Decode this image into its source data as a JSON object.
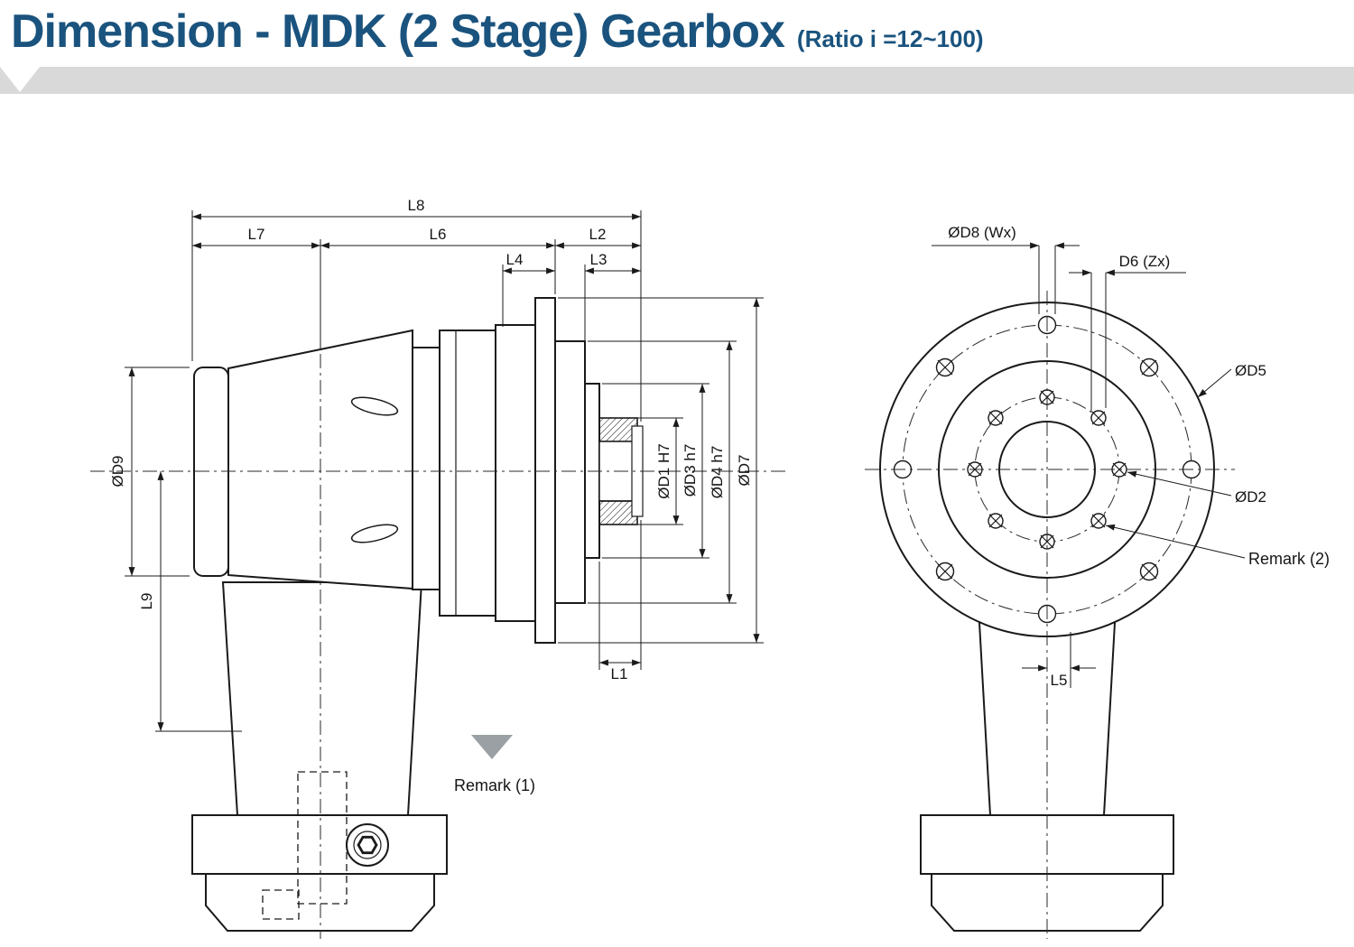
{
  "header": {
    "title": "Dimension - MDK (2 Stage) Gearbox",
    "ratio": "(Ratio i =12~100)"
  },
  "side": {
    "l8": "L8",
    "l7": "L7",
    "l6": "L6",
    "l2": "L2",
    "l4": "L4",
    "l3": "L3",
    "l1": "L1",
    "l9": "L9",
    "d9": "ØD9",
    "d1": "ØD1 H7",
    "d3": "ØD3 h7",
    "d4": "ØD4 h7",
    "d7": "ØD7",
    "remark1": "Remark (1)"
  },
  "front": {
    "d8": "ØD8 (Wx)",
    "d6": "D6 (Zx)",
    "d5": "ØD5",
    "d2": "ØD2",
    "l5": "L5",
    "remark2": "Remark (2)"
  },
  "colors": {
    "title_blue": "#1a537e",
    "band_gray": "#d9d9d9",
    "line_black": "#1a1a1a",
    "remark_arrow_gray": "#9aa0a4"
  }
}
